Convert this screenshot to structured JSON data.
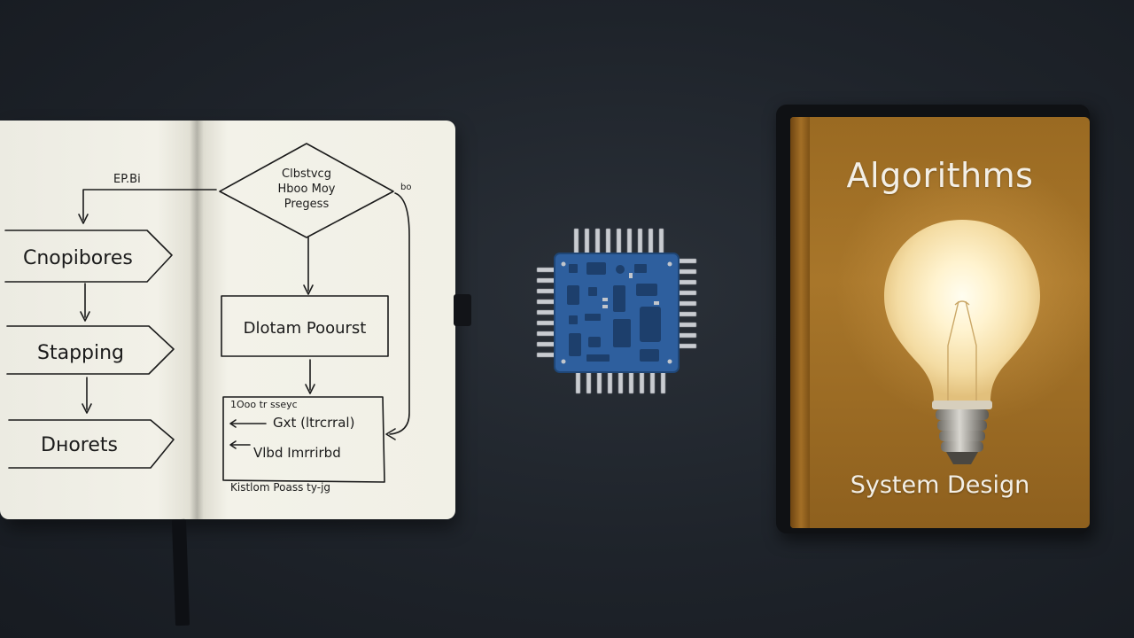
{
  "notebook": {
    "left_page": {
      "corner_note": "EP.Bi",
      "boxes": [
        {
          "label": "Cnopibores"
        },
        {
          "label": "Stapping"
        },
        {
          "label": "Dнorets"
        }
      ]
    },
    "right_page": {
      "decision_lines": [
        "Clbstvcg",
        "Hboo Moy",
        "Pregess"
      ],
      "decision_side_note": "bo",
      "process_box": "Dlotam Poourst",
      "note_box_lines": [
        "1Ooo tr sseyc",
        "Gxt (ltrcrral)",
        "Vlbd Imrrirbd"
      ],
      "footer_note": "Kistlom Poass ty-jg"
    }
  },
  "book": {
    "title": "Algorithms",
    "subtitle": "System Design"
  },
  "colors": {
    "background": "#1e232a",
    "paper": "#f1f0e6",
    "ink": "#1b1b1b",
    "book_cover": "#a8762a",
    "chip_board": "#2e5f9e"
  }
}
